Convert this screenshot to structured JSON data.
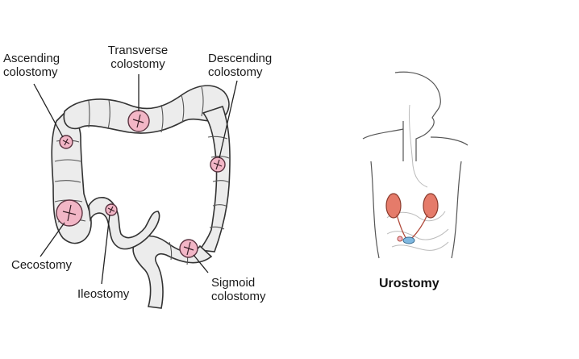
{
  "labels": {
    "ascending_1": "Ascending",
    "ascending_2": "colostomy",
    "transverse_1": "Transverse",
    "transverse_2": "colostomy",
    "descending_1": "Descending",
    "descending_2": "colostomy",
    "cecostomy": "Cecostomy",
    "ileostomy": "Ileostomy",
    "sigmoid_1": "Sigmoid",
    "sigmoid_2": "colostomy"
  },
  "urostomy_title": "Urostomy",
  "colors": {
    "stoma": "#f2b6c6",
    "kidney": "#e57b6a",
    "bladder": "#7fb8e0"
  }
}
